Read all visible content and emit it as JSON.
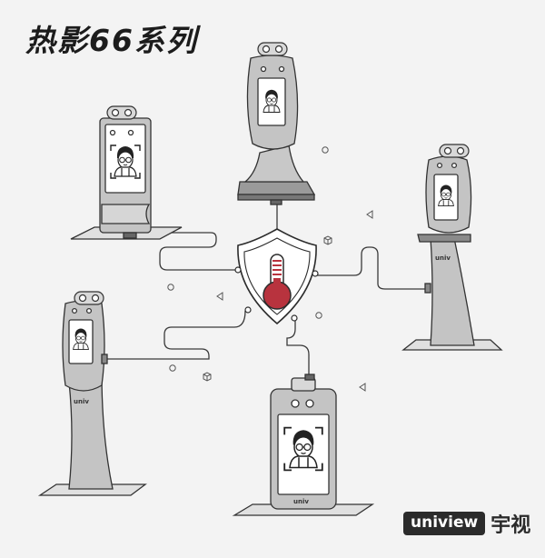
{
  "page": {
    "title": "热影66系列"
  },
  "brand": {
    "logo_text": "uniview",
    "chinese_name": "宇视",
    "device_logo": "univ"
  },
  "center": {
    "icon": "thermometer-shield-icon"
  },
  "colors": {
    "background": "#f3f3f3",
    "line": "#3a3a3a",
    "device_gray": "#bcbcbc",
    "thermometer_red": "#b8333e"
  }
}
